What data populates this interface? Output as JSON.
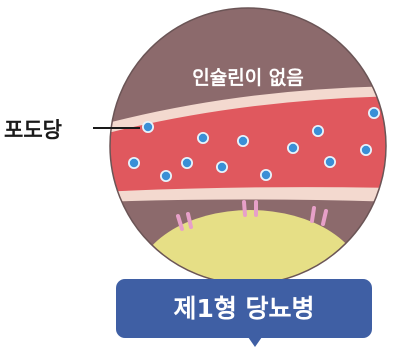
{
  "callout_label": "포도당",
  "top_label": "인슐린이 없음",
  "banner_title": "제1형 당뇨병",
  "colors": {
    "tissue": "#8c6a6c",
    "tissue_light": "#a07b7c",
    "vessel": "#e0585e",
    "vessel_wall": "#f3d9cf",
    "glucose": "#3a8fd6",
    "cell": "#e6df86",
    "receptor": "#e7a0c8",
    "circle_border": "#6b5556",
    "banner": "#3f5fa4",
    "banner_text": "#ffffff",
    "label_text": "#1a1a1a"
  }
}
